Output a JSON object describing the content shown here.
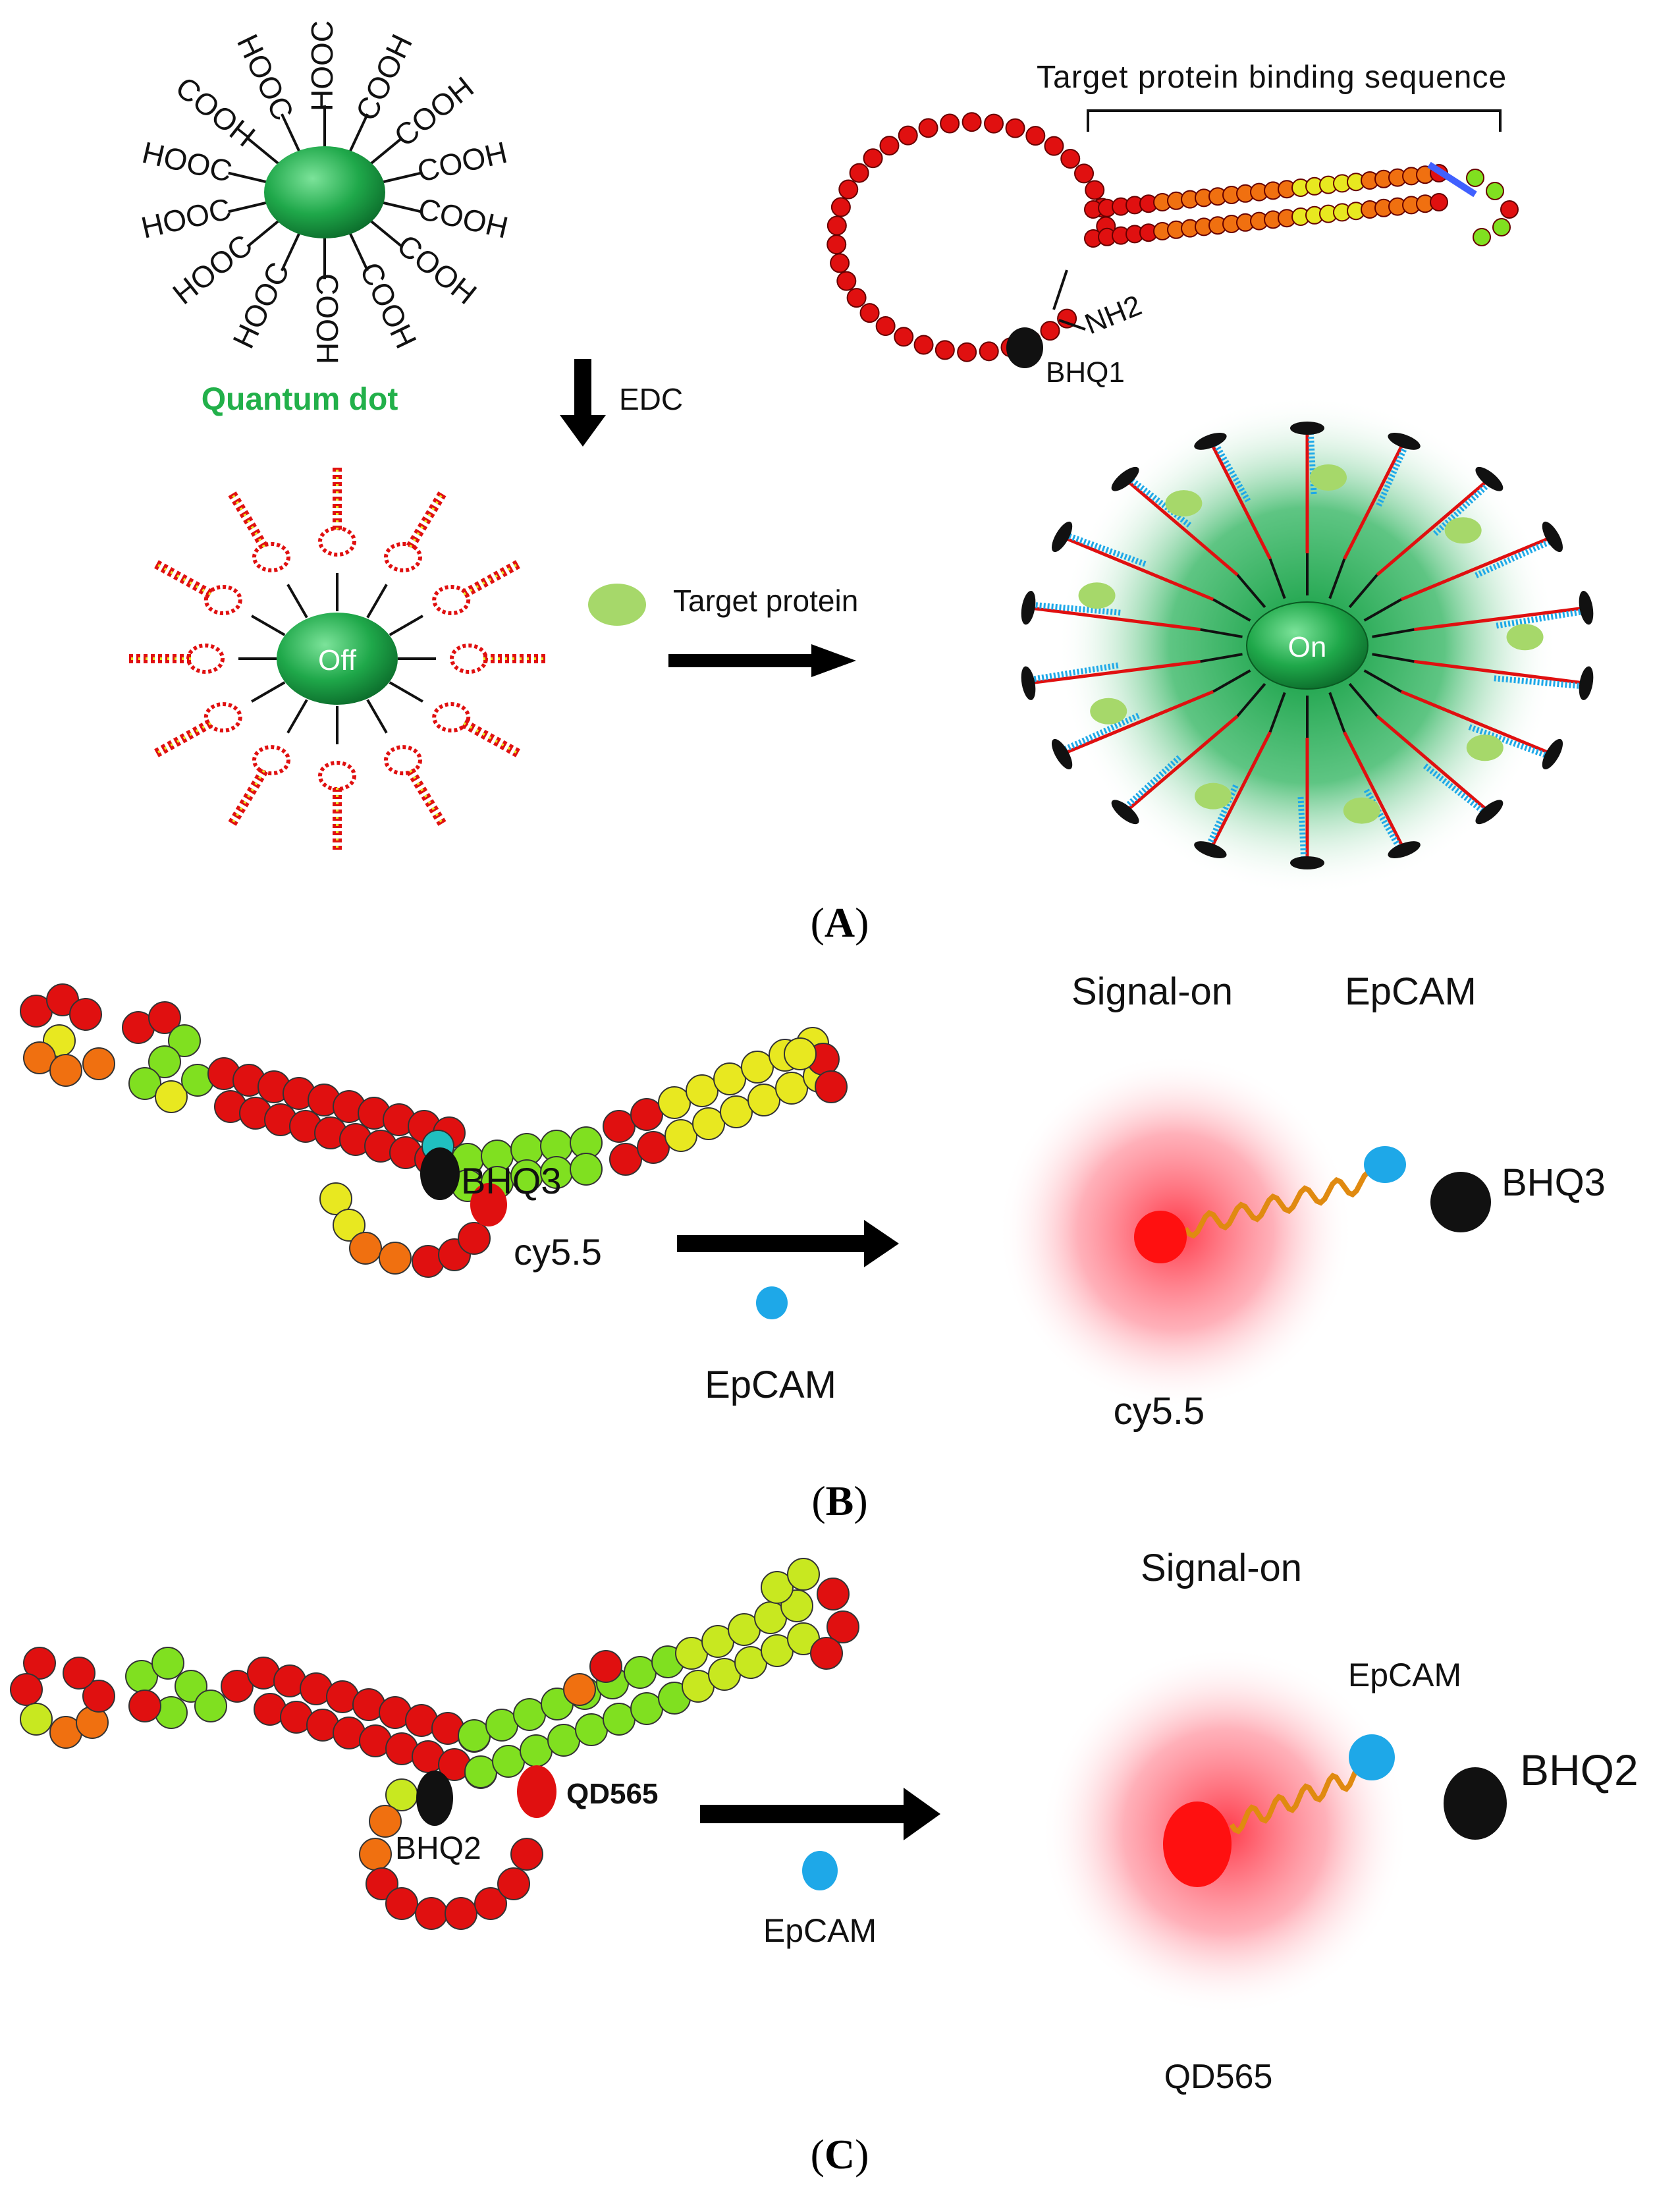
{
  "panel_a": {
    "carboxyl_groups": [
      "HOOC",
      "COOH",
      "COOH",
      "COOH",
      "COOH",
      "COOH",
      "COOH",
      "COOH",
      "HOOC",
      "HOOC",
      "HOOC",
      "HOOC",
      "COOH",
      "HOOC"
    ],
    "qd_label": "Quantum dot",
    "edc_label": "EDC",
    "binding_seq_label": "Target protein binding sequence",
    "nh2_label": "NH2",
    "bhq1_label": "BHQ1",
    "off_label": "Off",
    "on_label": "On",
    "target_protein_label": "Target protein",
    "caption_open": "(",
    "caption_letter": "A",
    "caption_close": ")"
  },
  "panel_b": {
    "signal_on_label": "Signal-on",
    "epcam_header": "EpCAM",
    "bhq3_label": "BHQ3",
    "cy55_label": "cy5.5",
    "epcam_label": "EpCAM",
    "bhq3_right_label": "BHQ3",
    "cy55_right_label": "cy5.5",
    "caption_open": "(",
    "caption_letter": "B",
    "caption_close": ")"
  },
  "panel_c": {
    "signal_on_label": "Signal-on",
    "bhq2_label": "BHQ2",
    "qd565_label": "QD565",
    "epcam_label": "EpCAM",
    "epcam_right_label": "EpCAM",
    "bhq2_right_label": "BHQ2",
    "qd565_right_label": "QD565",
    "caption_open": "(",
    "caption_letter": "C",
    "caption_close": ")"
  },
  "colors": {
    "qd_green": "#1fa84a",
    "nucleotide_red": "#e01010",
    "nucleotide_orange": "#f07010",
    "nucleotide_yellow": "#e8e820",
    "nucleotide_green": "#80e020",
    "quencher_black": "#111111",
    "epcam_blue": "#1ea8e8",
    "protein_green": "#a6d86a",
    "glow_red": "#ff5060"
  }
}
